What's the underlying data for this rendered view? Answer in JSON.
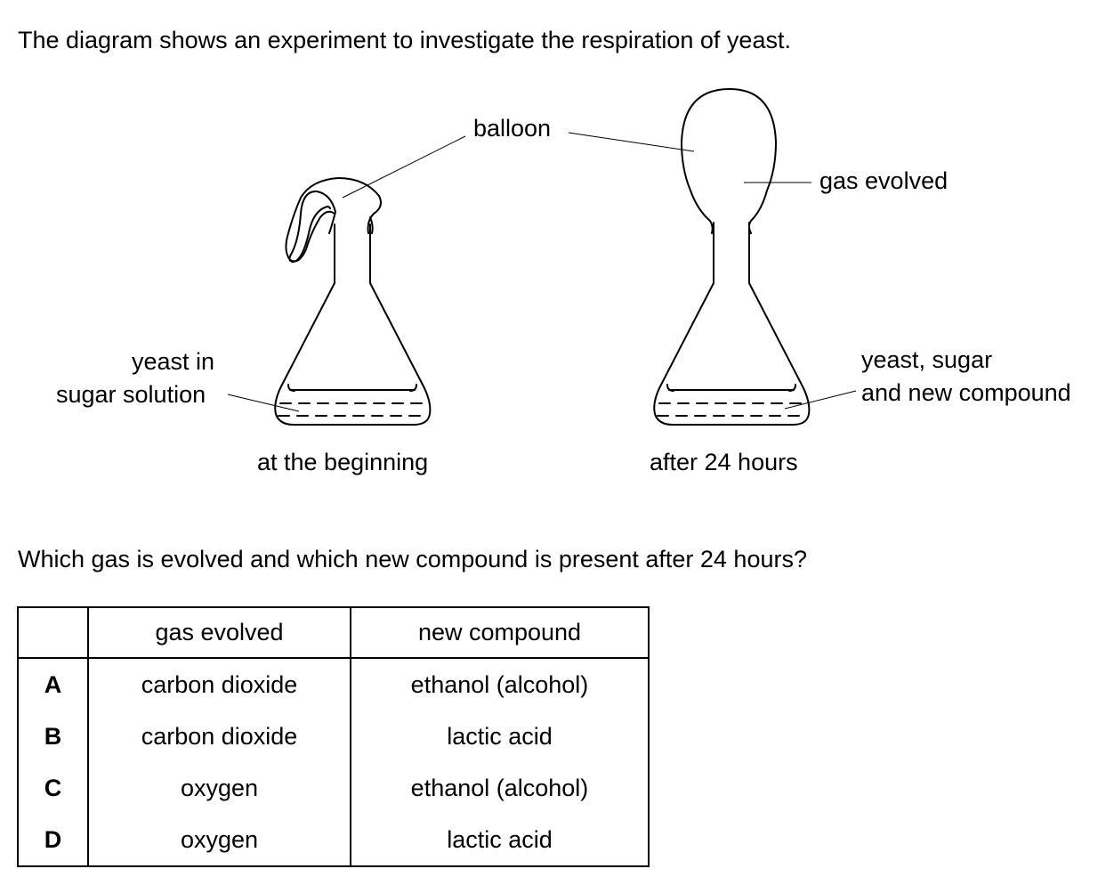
{
  "question": {
    "intro": "The diagram shows an experiment to investigate the respiration of yeast.",
    "prompt": "Which gas is evolved and which new compound is present after 24 hours?"
  },
  "diagram": {
    "labels": {
      "balloon": "balloon",
      "gas_evolved": "gas evolved",
      "yeast_in": "yeast in",
      "sugar_solution": "sugar solution",
      "yeast_sugar": "yeast, sugar",
      "new_compound": "and new compound",
      "beginning": "at the beginning",
      "after": "after 24 hours"
    }
  },
  "table": {
    "headers": [
      "",
      "gas evolved",
      "new compound"
    ],
    "rows": [
      {
        "letter": "A",
        "gas": "carbon dioxide",
        "compound": "ethanol (alcohol)"
      },
      {
        "letter": "B",
        "gas": "carbon dioxide",
        "compound": "lactic acid"
      },
      {
        "letter": "C",
        "gas": "oxygen",
        "compound": "ethanol (alcohol)"
      },
      {
        "letter": "D",
        "gas": "oxygen",
        "compound": "lactic acid"
      }
    ]
  }
}
